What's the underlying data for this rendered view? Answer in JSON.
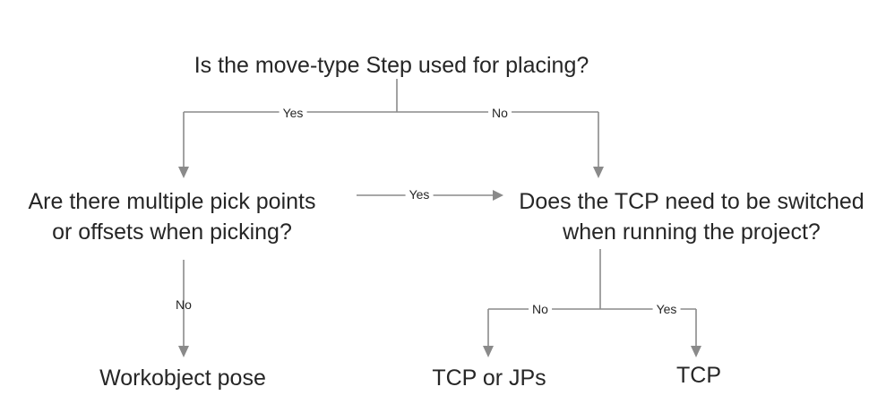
{
  "diagram": {
    "title_question": "Is the move-type Step used for placing?",
    "left_question": {
      "line1": "Are there multiple pick points",
      "line2": "or offsets when picking?"
    },
    "right_question": {
      "line1": "Does the TCP need to be switched",
      "line2": "when running the project?"
    },
    "outcomes": {
      "workobject_pose": "Workobject pose",
      "tcp_or_jps": "TCP or JPs",
      "tcp": "TCP"
    },
    "edge_labels": {
      "root_yes": "Yes",
      "root_no": "No",
      "left_to_right_yes": "Yes",
      "left_no": "No",
      "right_no": "No",
      "right_yes": "Yes"
    },
    "colors": {
      "line": "#8a8a8a",
      "text": "#262626",
      "background": "#ffffff"
    }
  }
}
